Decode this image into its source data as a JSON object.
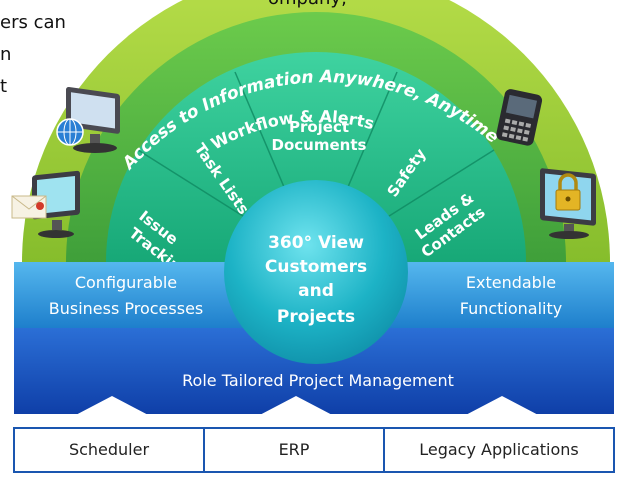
{
  "body_text": {
    "line1": "ers can",
    "line2": "n",
    "line3": "t",
    "top_fragment": "ompany, "
  },
  "arcs": {
    "outer": "Access to Information Anywhere, Anytime",
    "middle": "Workflow & Alerts"
  },
  "segments": {
    "issue_tracking": [
      "Issue",
      "Tracking"
    ],
    "task_lists": "Task Lists",
    "project_documents": [
      "Project",
      "Documents"
    ],
    "safety": "Safety",
    "leads_contacts": [
      "Leads &",
      "Contacts"
    ]
  },
  "center": [
    "360° View",
    "Customers",
    "and",
    "Projects"
  ],
  "band": {
    "left": [
      "Configurable",
      "Business Processes"
    ],
    "right": [
      "Extendable",
      "Functionality"
    ]
  },
  "base_label": "Role Tailored Project Management",
  "boxes": [
    "Scheduler",
    "ERP",
    "Legacy Applications"
  ],
  "colors": {
    "outer_arc": "#9ccc3c",
    "middle_arc": "#5fb84a",
    "inner_segments": "#2cbf8d",
    "center": "#22b5c4",
    "band": "#2e8fd6",
    "base": "#1e5fc7",
    "box_border": "#1a56b0"
  },
  "icons": [
    "monitor-globe-icon",
    "monitor-envelope-icon",
    "smartphone-icon",
    "monitor-lock-icon"
  ]
}
